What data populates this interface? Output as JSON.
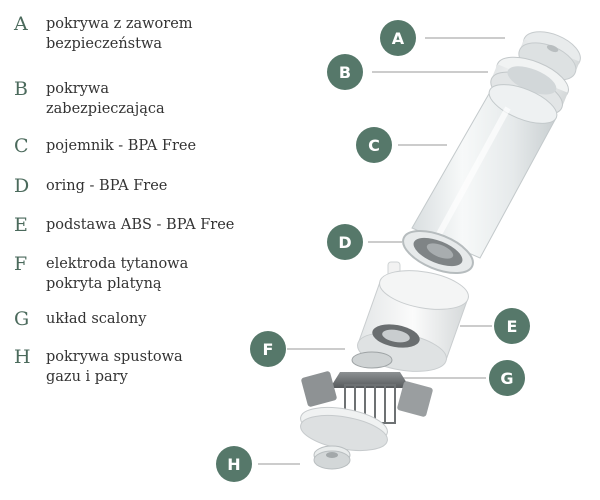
{
  "colors": {
    "accent": "#56786a",
    "legend_letter": "#4b6a5c",
    "text": "#333333",
    "leader_line": "#bbbbbb"
  },
  "legend": [
    {
      "letter": "A",
      "lines": [
        "pokrywa z zaworem",
        "bezpieczeństwa"
      ]
    },
    {
      "letter": "B",
      "lines": [
        "pokrywa",
        "zabezpieczająca"
      ]
    },
    {
      "letter": "C",
      "lines": [
        "pojemnik - BPA Free"
      ]
    },
    {
      "letter": "D",
      "lines": [
        "oring - BPA Free"
      ]
    },
    {
      "letter": "E",
      "lines": [
        "podstawa ABS - BPA Free"
      ]
    },
    {
      "letter": "F",
      "lines": [
        "elektroda tytanowa",
        "pokryta platyną"
      ]
    },
    {
      "letter": "G",
      "lines": [
        "układ scalony"
      ]
    },
    {
      "letter": "H",
      "lines": [
        "pokrywa spustowa",
        "gazu i pary"
      ]
    }
  ],
  "callouts": [
    {
      "letter": "A"
    },
    {
      "letter": "B"
    },
    {
      "letter": "C"
    },
    {
      "letter": "D"
    },
    {
      "letter": "E"
    },
    {
      "letter": "F"
    },
    {
      "letter": "G"
    },
    {
      "letter": "H"
    }
  ]
}
